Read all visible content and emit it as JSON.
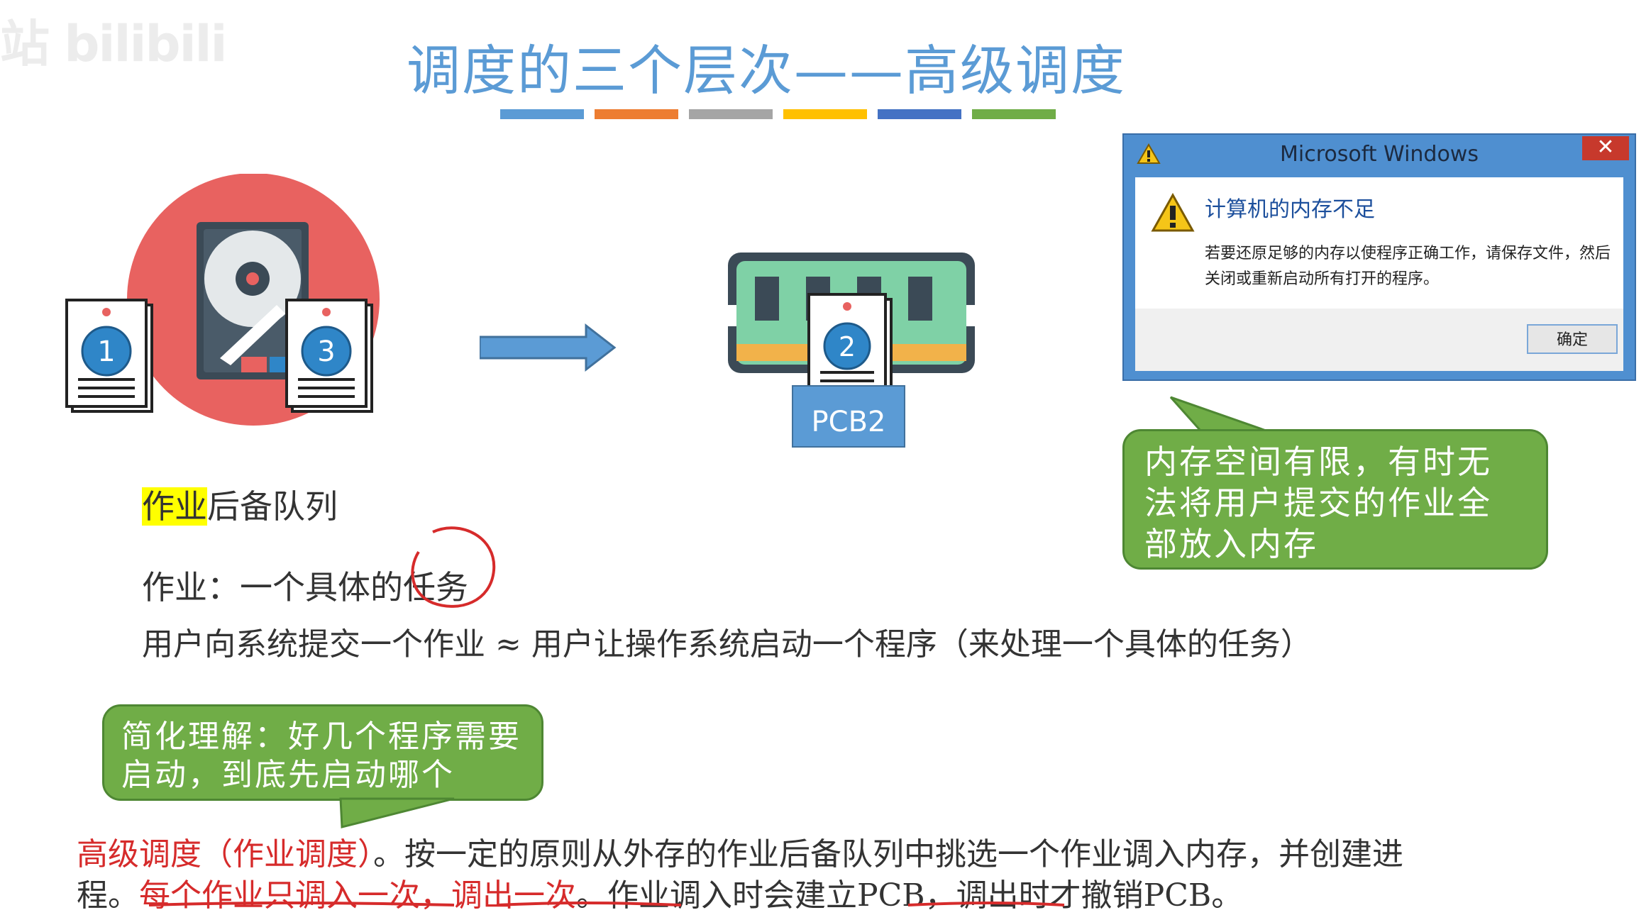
{
  "slide": {
    "title": "调度的三个层次——高级调度",
    "colorbar": [
      "#5b9bd5",
      "#ed7d31",
      "#a5a5a5",
      "#ffc000",
      "#4472c4",
      "#70ad47"
    ],
    "watermark": "站 bilibili"
  },
  "illustration": {
    "doc1": "1",
    "doc3": "3",
    "doc2": "2",
    "pcb": "PCB2"
  },
  "dialog": {
    "title": "Microsoft Windows",
    "close": "✕",
    "heading": "计算机的内存不足",
    "message": "若要还原足够的内存以使程序正确工作，请保存文件，然后关闭或重新启动所有打开的程序。",
    "ok": "确定"
  },
  "callouts": {
    "right": "内存空间有限，有时无法将用户提交的作业全部放入内存",
    "left": "简化理解：好几个程序需要启动，到底先启动哪个"
  },
  "text": {
    "queue_highlight": "作业",
    "queue_rest": "后备队列",
    "definition": "作业：一个具体的任务",
    "submit": "用户向系统提交一个作业 ≈ 用户让操作系统启动一个程序（来处理一个具体的任务）",
    "hl_term": "高级调度（作业调度）",
    "line1_rest": "。按一定的原则从外存的作业后备队列中挑选一个作业调入内存，并创建进",
    "line2_a": "程。",
    "line2_b": "每个作业只调入一次，调出一次",
    "line2_c": "。作业调入时会建立PCB，调出时才撤销PCB。"
  },
  "colors": {
    "title": "#5b9bd5",
    "callout_bg": "#70ad47",
    "emphasis_red": "#d62b2b",
    "highlight": "#ffff00"
  }
}
